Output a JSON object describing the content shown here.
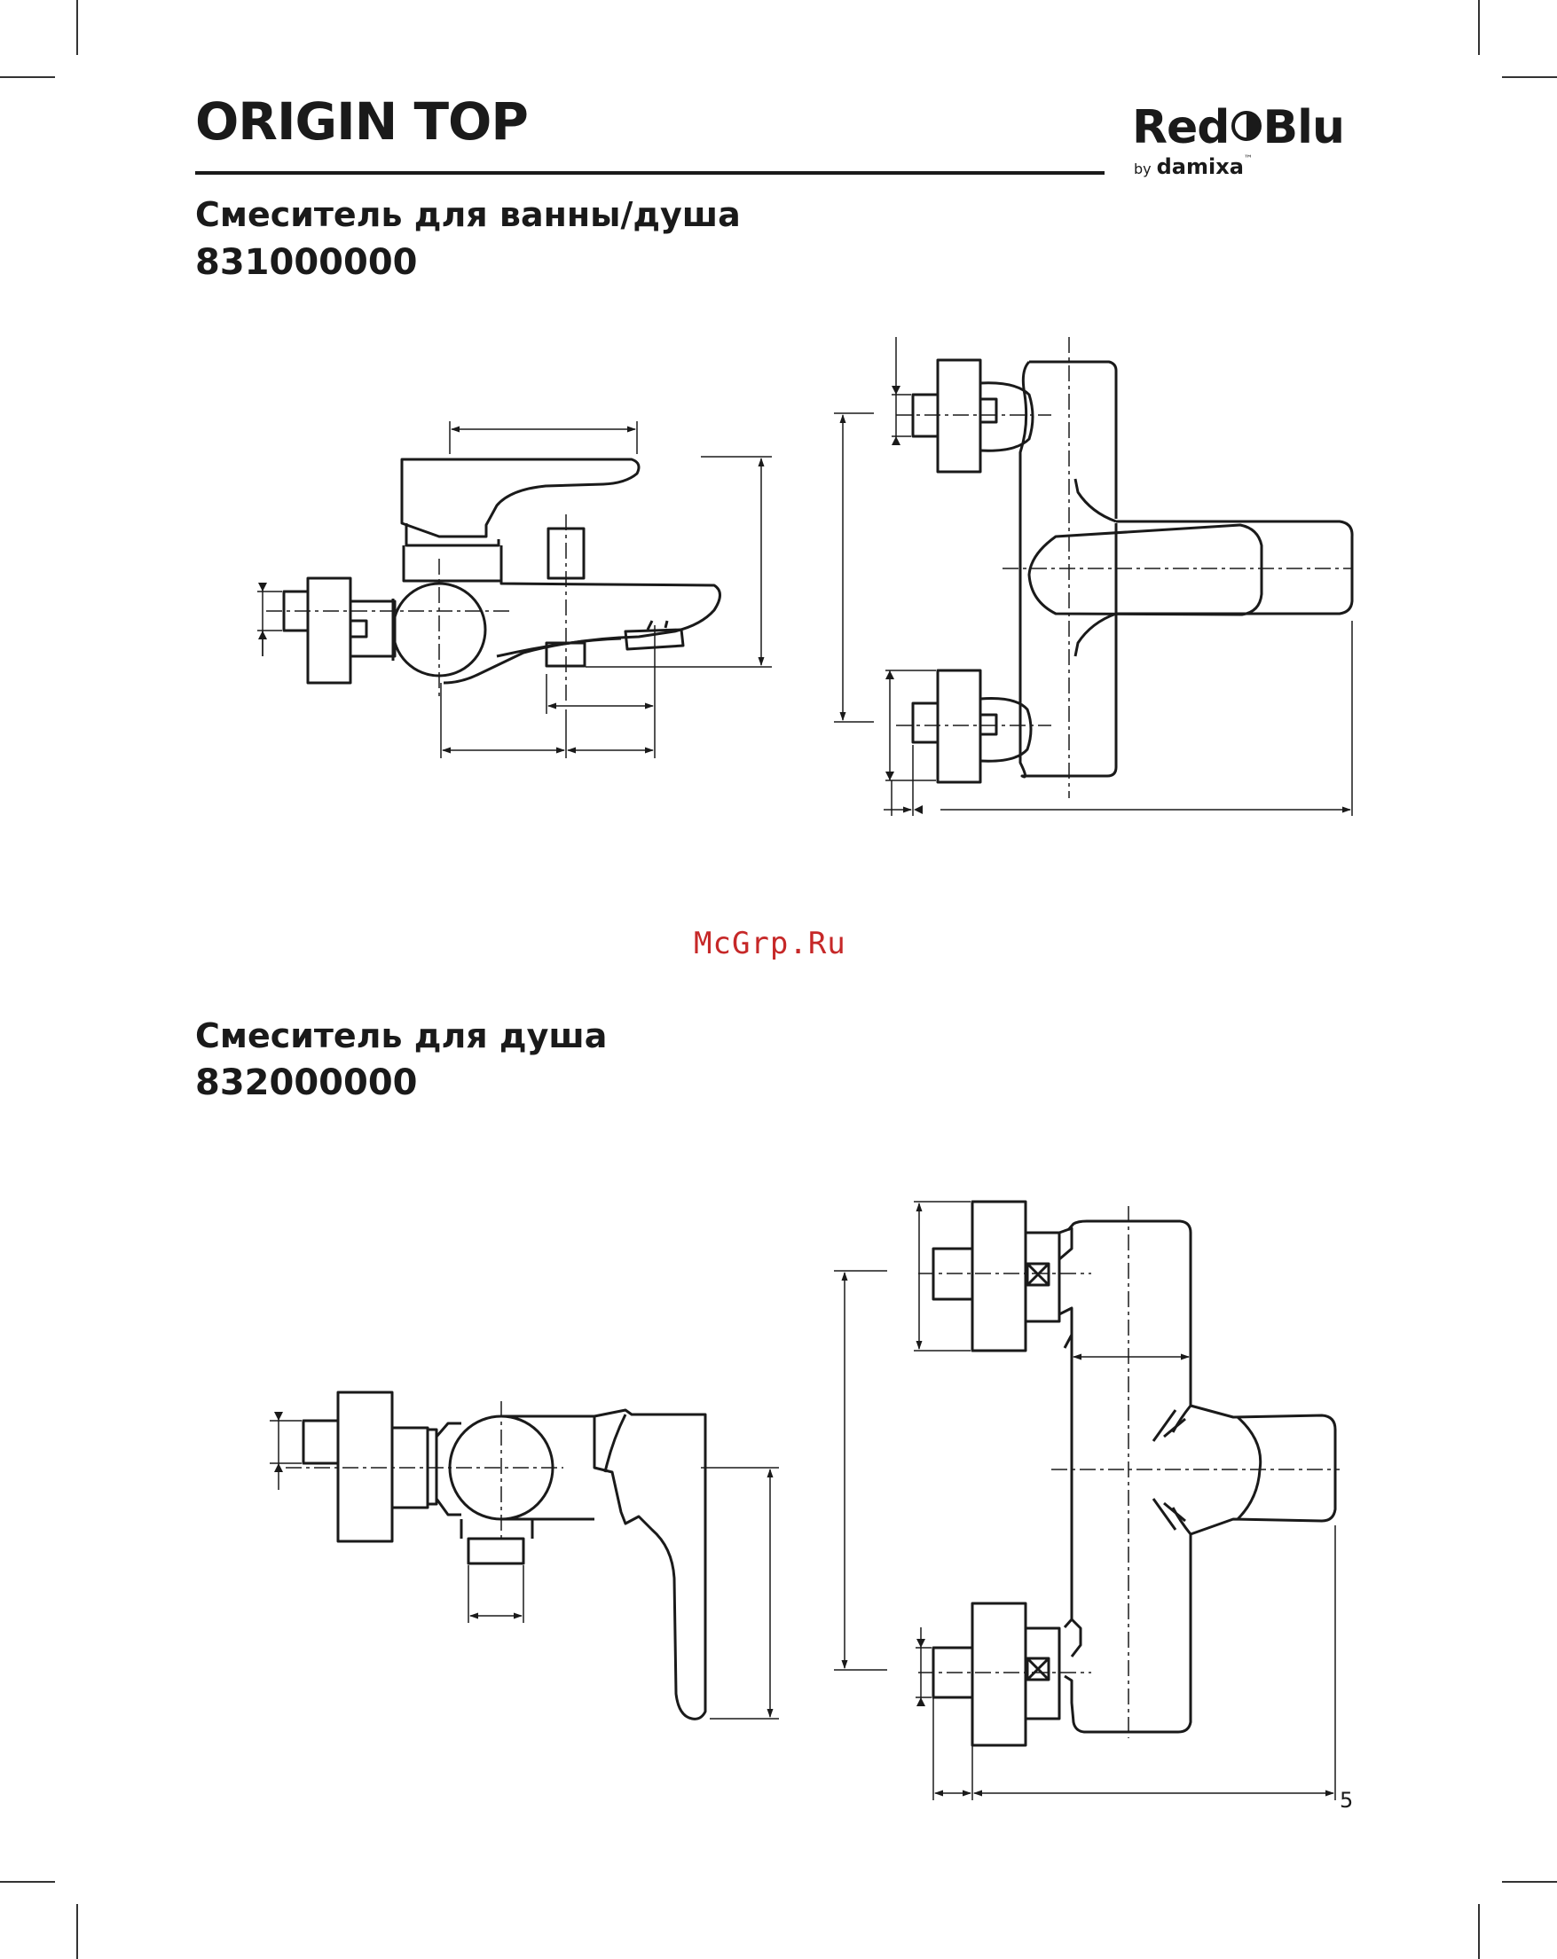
{
  "header": {
    "title": "ORIGIN TOP",
    "logo": {
      "left_text": "Red",
      "right_text": "Blu",
      "by": "by",
      "brand": "damixa",
      "tm": "™"
    }
  },
  "products": [
    {
      "name": "Смеситель для ванны/душа",
      "code": "831000000"
    },
    {
      "name": "Смеситель для душа",
      "code": "832000000"
    }
  ],
  "watermark": "McGrp.Ru",
  "page_number": "5",
  "colors": {
    "ink": "#1a1a1a",
    "watermark": "#c62828"
  }
}
